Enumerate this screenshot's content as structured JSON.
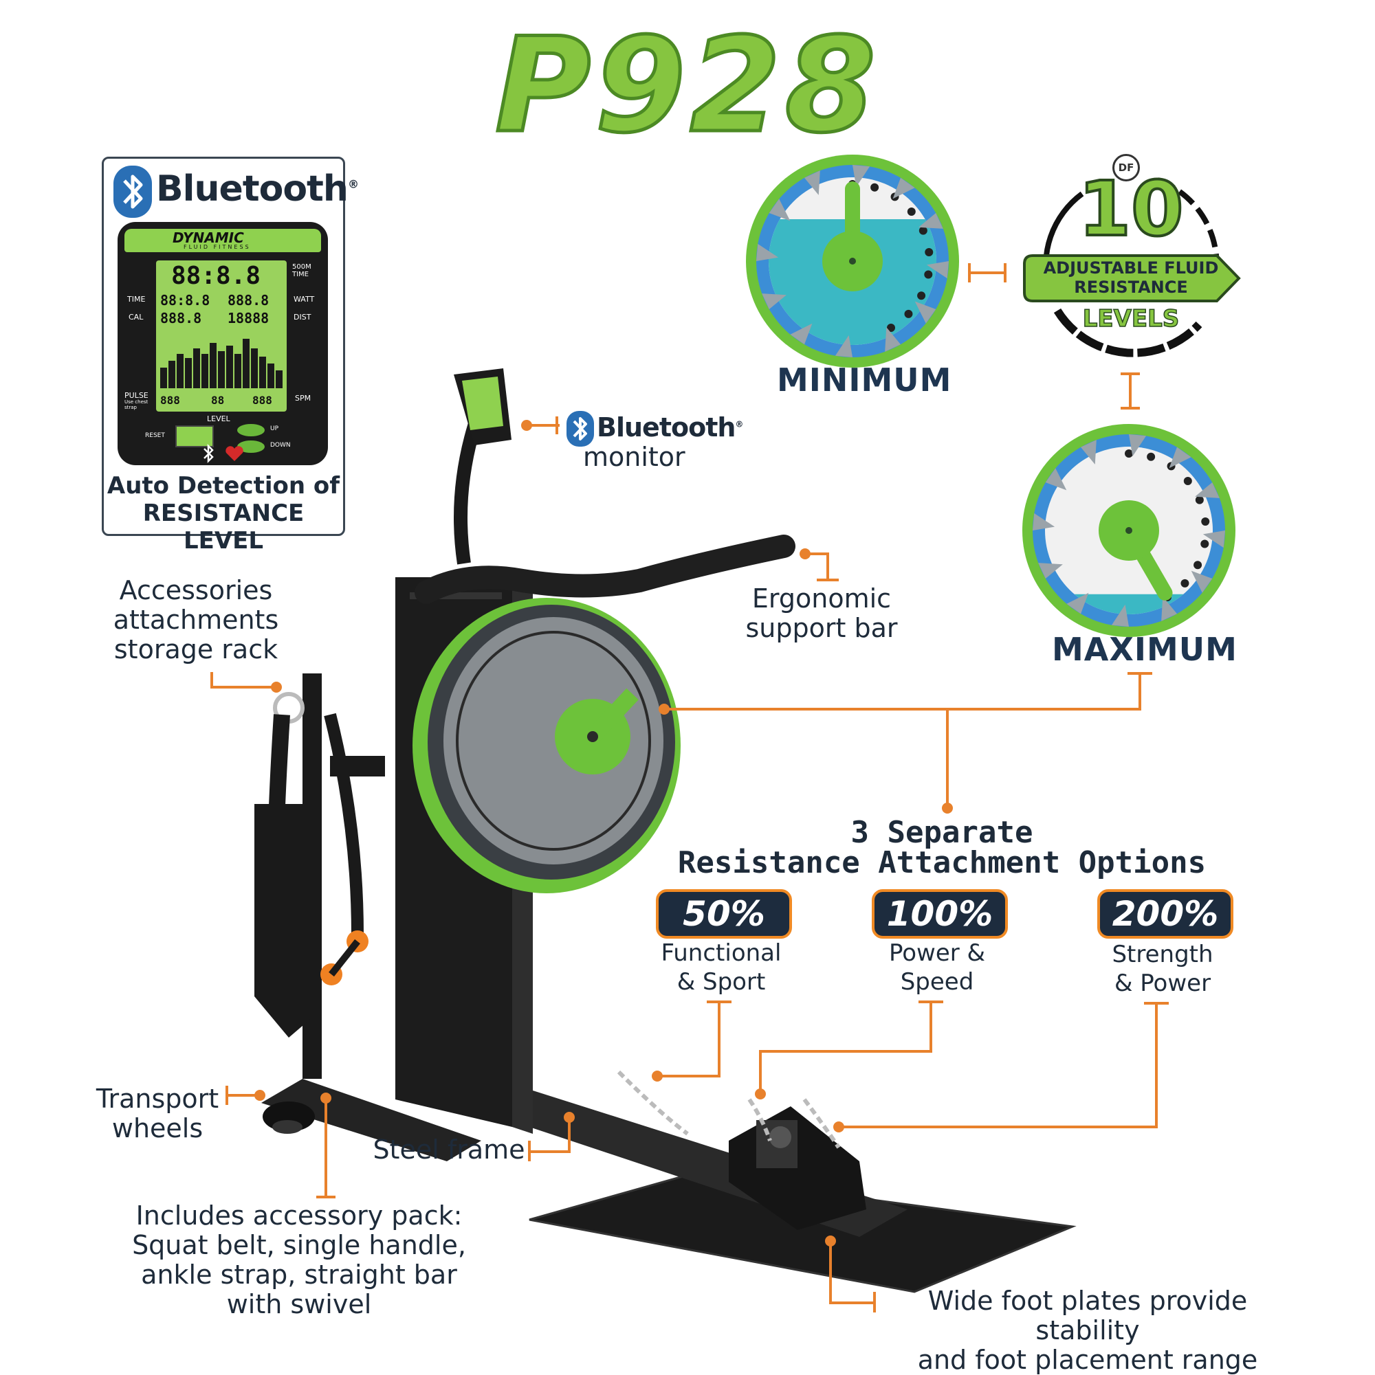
{
  "title": "P928",
  "bluetooth_card": {
    "brand": "Bluetooth",
    "registered": "®",
    "console_brand": "DYNAMIC",
    "console_sub": "FLUID FITNESS",
    "lcd_main": "88:8.8",
    "lcd_labels": [
      "500M TIME",
      "TIME",
      "WATT",
      "CAL",
      "DIST",
      "PULSE",
      "Use chest strap",
      "SPM",
      "LEVEL",
      "RESET",
      "UP",
      "DOWN"
    ],
    "lcd_row1_left": "88:8.8",
    "lcd_row1_right": "888.8",
    "lcd_row2_left": "888.8",
    "lcd_row2_right": "18888",
    "lcd_bottom": [
      "888",
      "88",
      "888"
    ],
    "caption_line1": "Auto Detection of",
    "caption_line2": "RESISTANCE LEVEL"
  },
  "monitor_label": {
    "brand": "Bluetooth",
    "registered": "®",
    "word": "monitor"
  },
  "callouts": {
    "storage_rack": [
      "Accessories",
      "attachments",
      "storage rack"
    ],
    "support_bar": [
      "Ergonomic",
      "support bar"
    ],
    "transport": [
      "Transport",
      "wheels"
    ],
    "steel_frame": "Steel frame",
    "accessory_pack": [
      "Includes accessory pack:",
      "Squat belt, single handle,",
      "ankle strap, straight bar",
      "with swivel"
    ],
    "foot_plates": [
      "Wide foot plates provide stability",
      "and foot placement range"
    ]
  },
  "dials": {
    "minimum_label": "MINIMUM",
    "maximum_label": "MAXIMUM",
    "minimum_level": 1,
    "maximum_level": 10,
    "min_water_fraction": 0.75,
    "max_water_fraction": 0.12,
    "ticks": [
      "1",
      "2",
      "3",
      "4",
      "5",
      "6",
      "7",
      "8",
      "9",
      "10"
    ]
  },
  "levels_badge": {
    "logo": "DF",
    "number": "10",
    "line1": "ADJUSTABLE FLUID",
    "line2": "RESISTANCE",
    "line3": "LEVELS"
  },
  "options": {
    "heading_line1": "3 Separate",
    "heading_line2": "Resistance Attachment Options",
    "items": [
      {
        "pct": "50%",
        "label1": "Functional",
        "label2": "& Sport"
      },
      {
        "pct": "100%",
        "label1": "Power &",
        "label2": "Speed"
      },
      {
        "pct": "200%",
        "label1": "Strength",
        "label2": "& Power"
      }
    ]
  },
  "colors": {
    "green": "#86c540",
    "dark_green": "#4c8a24",
    "navy": "#1d2c3e",
    "orange": "#e8812c",
    "water": "#3bb8c4",
    "frame": "#222222"
  }
}
